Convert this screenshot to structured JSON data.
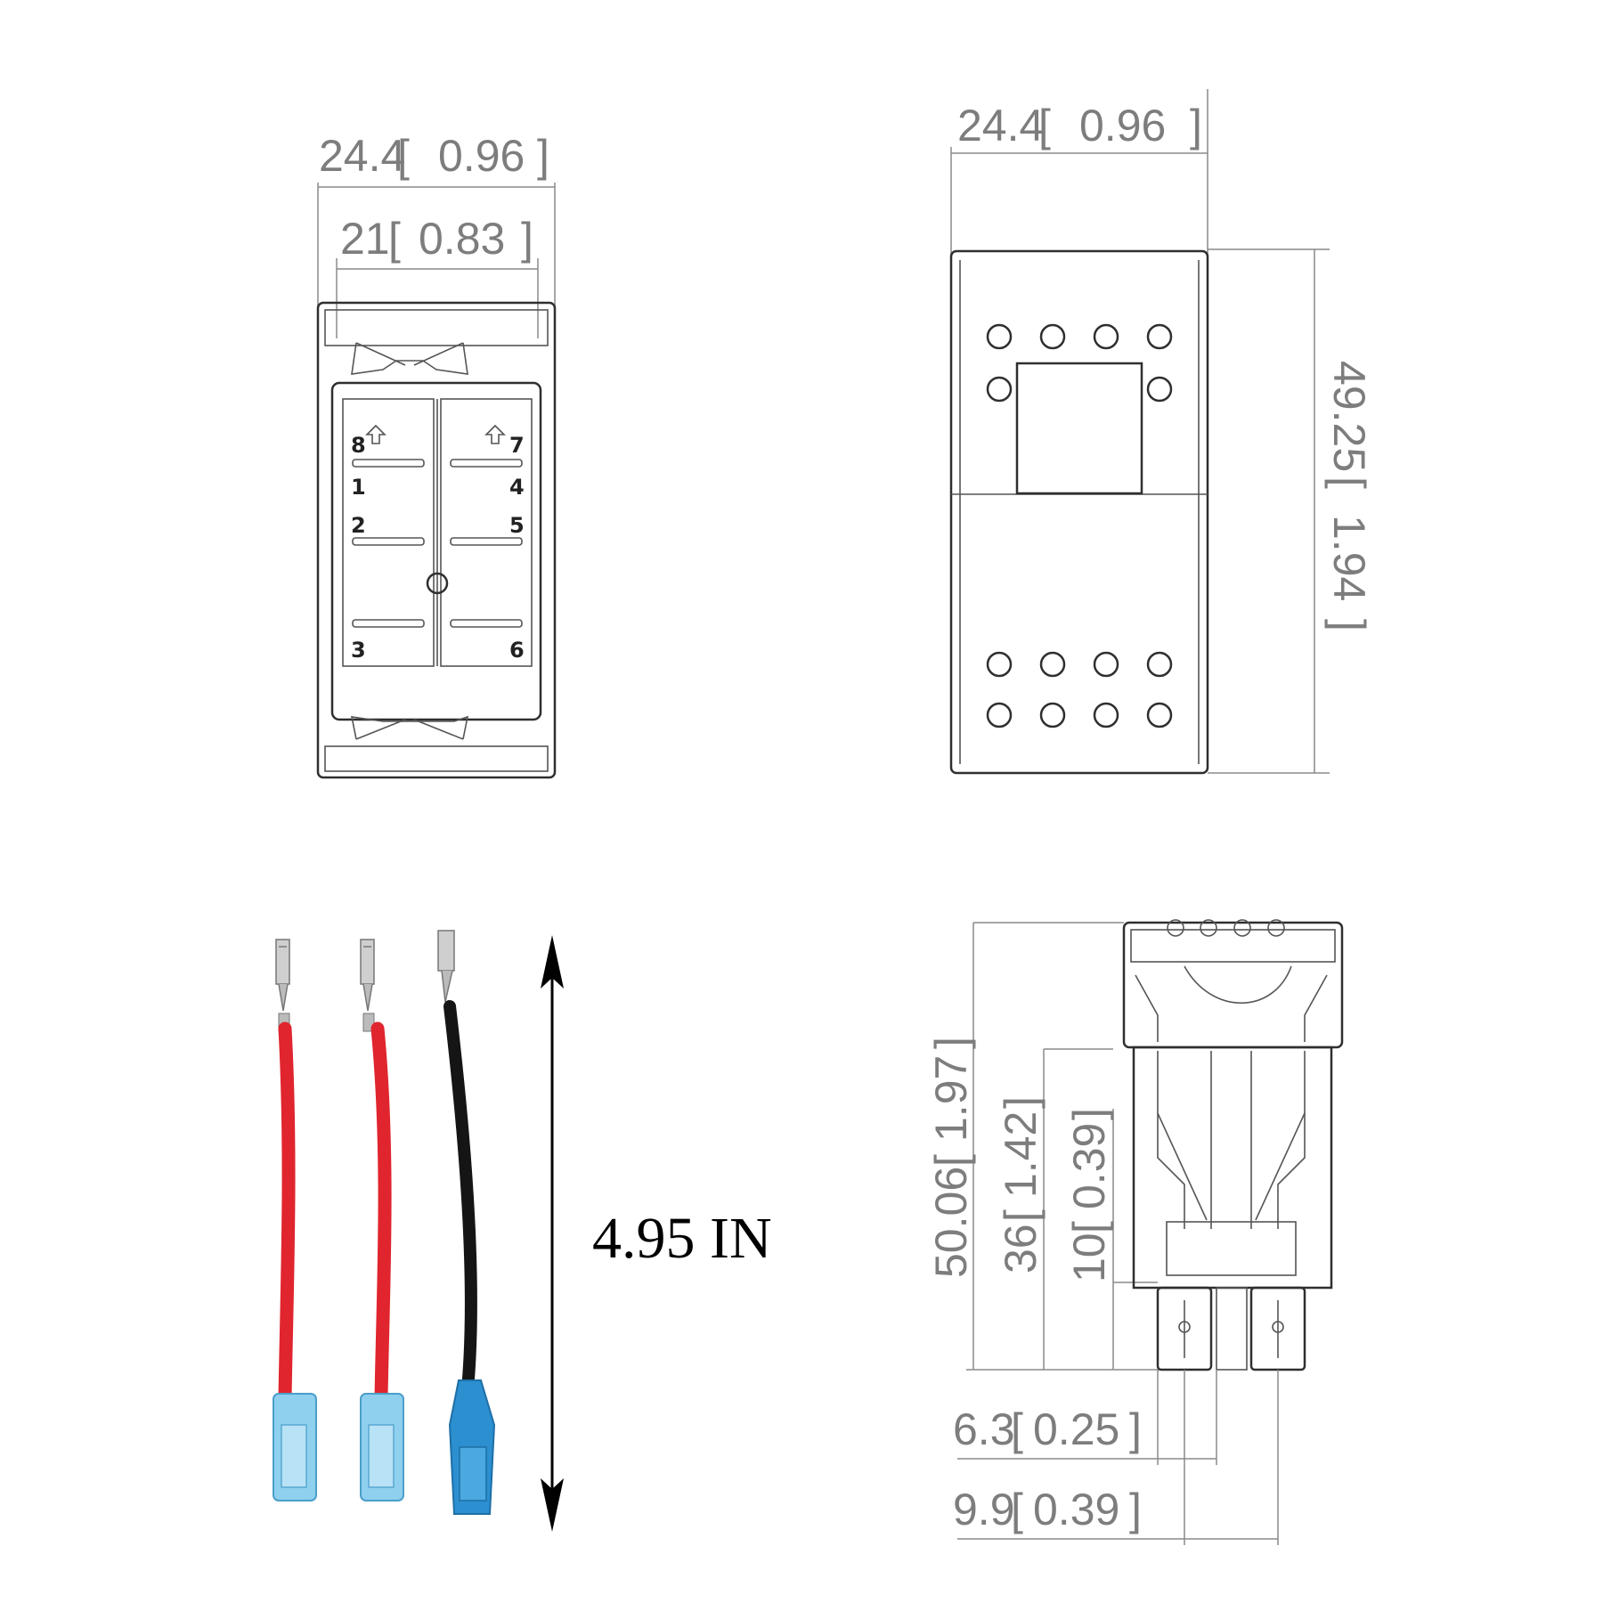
{
  "front_view": {
    "outer_width": "24.4",
    "outer_width_in": "0.96",
    "inner_width": "21",
    "inner_width_in": "0.83",
    "pins": [
      "8",
      "7",
      "1",
      "4",
      "2",
      "5",
      "3",
      "6"
    ]
  },
  "actuator_view": {
    "width": "24.4",
    "width_in": "0.96",
    "height": "49.25",
    "height_in": "1.94"
  },
  "side_view": {
    "total_height": "50.06",
    "total_height_in": "1.97",
    "body_height": "36",
    "body_height_in": "1.42",
    "terminal_length": "10",
    "terminal_length_in": "0.39",
    "terminal_width": "6.3",
    "terminal_width_in": "0.25",
    "terminal_pitch": "9.9",
    "terminal_pitch_in": "0.39"
  },
  "wires": {
    "length_label": "4.95 IN",
    "colors": {
      "red": "#e0252e",
      "black": "#151515",
      "insulator": "#7fc6ea",
      "blue_insulator": "#2c8fd0",
      "terminal": "#c9c9c9"
    }
  }
}
